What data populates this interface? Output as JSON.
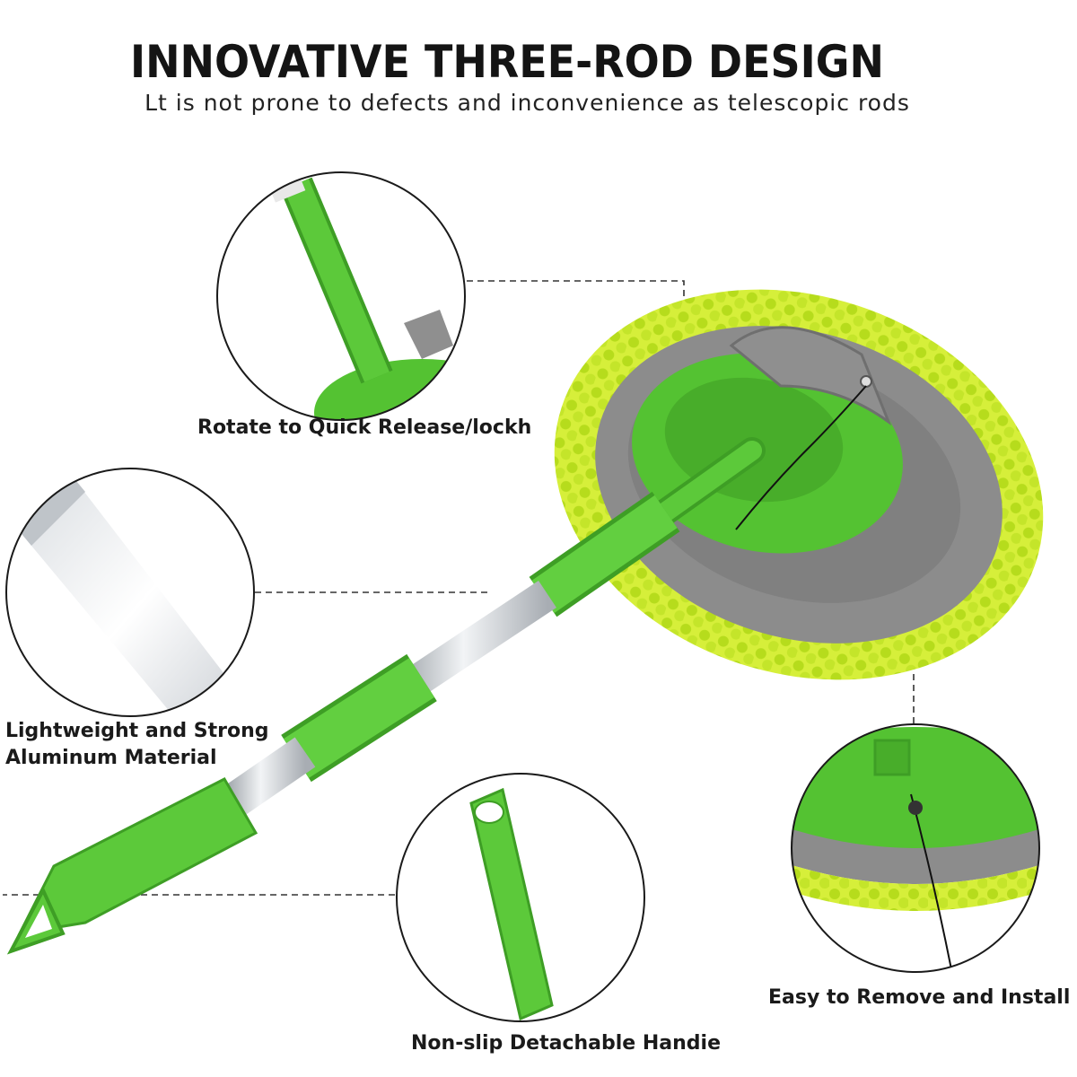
{
  "header": {
    "title": "INNOVATIVE THREE-ROD DESIGN",
    "subtitle": "Lt is not prone to defects and inconvenience as telescopic rods"
  },
  "callouts": {
    "quick_release": "Rotate to Quick Release/lockh",
    "aluminum_line1": "Lightweight and Strong",
    "aluminum_line2": "Aluminum Material",
    "remove_install": "Easy to Remove and Install",
    "handle": "Non-slip Detachable Handie"
  },
  "colors": {
    "green": "#5cc93a",
    "green_dark": "#3e9e25",
    "chenille": "#c8ea2c",
    "microfiber": "#8a8a8a",
    "aluminum": "#cfd3d8"
  }
}
